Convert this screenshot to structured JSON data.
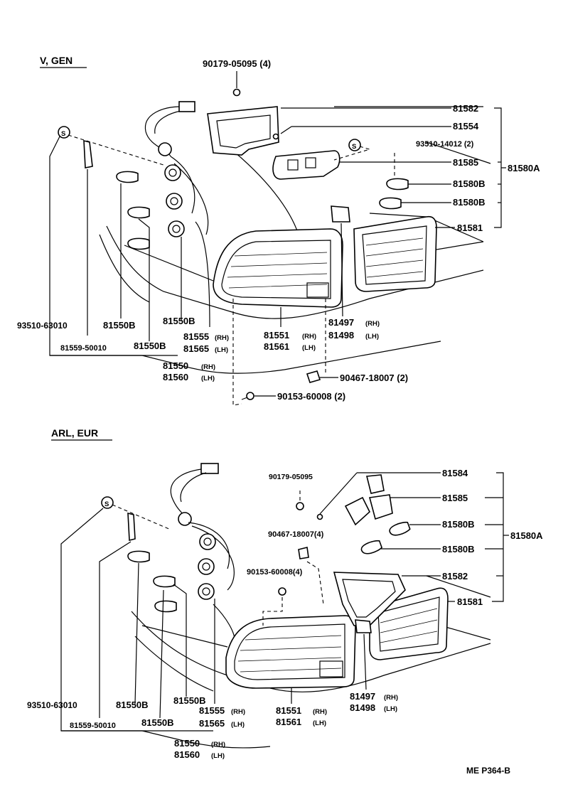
{
  "sections": {
    "top": {
      "title": "V, GEN"
    },
    "bottom": {
      "title": "ARL, EUR"
    }
  },
  "top_labels": {
    "l90179": "90179-05095 (4)",
    "l81582": "81582",
    "l81554": "81554",
    "l93510_14012": "93510-14012 (2)",
    "l81585": "81585",
    "l81580A": "81580A",
    "l81580B_1": "81580B",
    "l81580B_2": "81580B",
    "l81581": "81581",
    "l93510_63010": "93510-63010",
    "l81550B_1": "81550B",
    "l81550B_2": "81550B",
    "l81550B_3": "81550B",
    "l81559": "81559-50010",
    "l81555": "81555",
    "l81555_rh": "(RH)",
    "l81565": "81565",
    "l81565_lh": "(LH)",
    "l81551": "81551",
    "l81551_rh": "(RH)",
    "l81561": "81561",
    "l81561_lh": "(LH)",
    "l81497": "81497",
    "l81497_rh": "(RH)",
    "l81498": "81498",
    "l81498_lh": "(LH)",
    "l81550": "81550",
    "l81550_rh": "(RH)",
    "l81560": "81560",
    "l81560_lh": "(LH)",
    "l90467": "90467-18007 (2)",
    "l90153": "90153-60008 (2)"
  },
  "bottom_labels": {
    "l81584": "81584",
    "l90179": "90179-05095",
    "l81585": "81585",
    "l81580B_1": "81580B",
    "l81580A": "81580A",
    "l90467": "90467-18007(4)",
    "l81580B_2": "81580B",
    "l90153": "90153-60008(4)",
    "l81582": "81582",
    "l81581": "81581",
    "l81497": "81497",
    "l81497_rh": "(RH)",
    "l81498": "81498",
    "l81498_lh": "(LH)",
    "l93510_63010": "93510-63010",
    "l81550B_1": "81550B",
    "l81550B_2": "81550B",
    "l81550B_3": "81550B",
    "l81559": "81559-50010",
    "l81555": "81555",
    "l81555_rh": "(RH)",
    "l81565": "81565",
    "l81565_lh": "(LH)",
    "l81551": "81551",
    "l81551_rh": "(RH)",
    "l81561": "81561",
    "l81561_lh": "(LH)",
    "l81550": "81550",
    "l81550_rh": "(RH)",
    "l81560": "81560",
    "l81560_lh": "(LH)"
  },
  "s_marks": {
    "s": "S"
  },
  "footer": {
    "code": "ME P364-B"
  }
}
